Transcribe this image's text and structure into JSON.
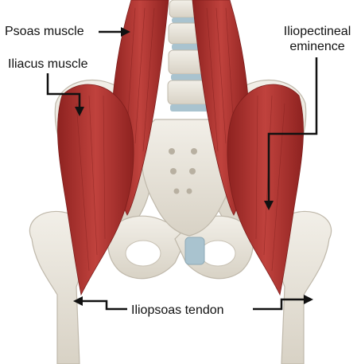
{
  "labels": {
    "psoas_muscle": "Psoas muscle",
    "iliacus_muscle": "Iliacus muscle",
    "iliopectineal_line1": "Iliopectineal",
    "iliopectineal_line2": "eminence",
    "iliopsoas_tendon": "Iliopsoas tendon"
  },
  "colors": {
    "background": "#ffffff",
    "muscle": "#b3322f",
    "muscle_dark": "#8e2220",
    "bone": "#e9e5dc",
    "bone_shadow": "#cfc9bc",
    "disc": "#a9c3cf",
    "pointer": "#111111"
  }
}
